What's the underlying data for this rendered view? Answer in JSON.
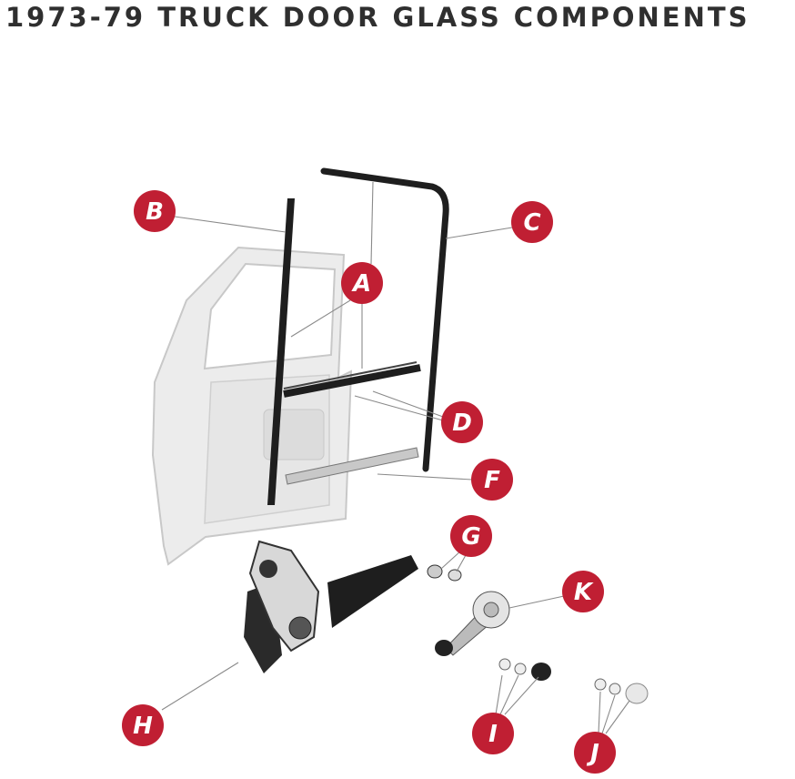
{
  "title": "1973-79 TRUCK DOOR GLASS COMPONENTS",
  "accent_color": "#c01f33",
  "callouts": {
    "A": "A",
    "B": "B",
    "C": "C",
    "D": "D",
    "F": "F",
    "G": "G",
    "H": "H",
    "I": "I",
    "J": "J",
    "K": "K"
  }
}
